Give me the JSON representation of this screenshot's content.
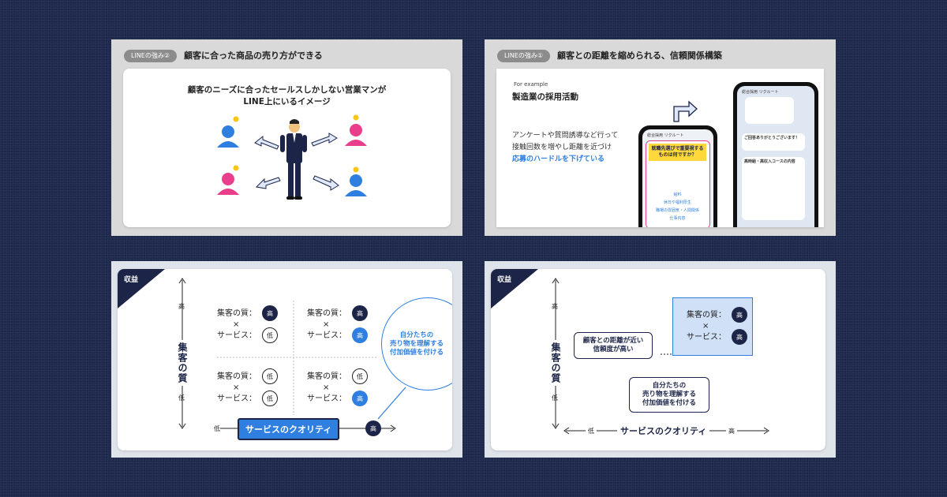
{
  "slide1": {
    "pill": "LINEの強み②",
    "title": "顧客に合った商品の売り方ができる",
    "headline_line1": "顧客のニーズに合ったセールスしかしない営業マンが",
    "headline_line2": "LINE上にいるイメージ"
  },
  "slide2": {
    "pill": "LINEの強み①",
    "title": "顧客との距離を縮められる、信頼関係構築",
    "for_example": "For example",
    "example_title": "製造業の採用活動",
    "desc_line1": "アンケートや質問誘導など行って",
    "desc_line2": "接触回数を増やし距離を近づけ",
    "desc_highlight": "応募のハードルを下げている",
    "phone_left": {
      "header": "総合採用 リクルート",
      "question": "就職先選びで重要視するものは何ですか？",
      "options": [
        "給料",
        "休日や福利厚生",
        "職場の雰囲気・人間関係",
        "仕事内容"
      ]
    },
    "phone_right": {
      "header": "総合採用 リクルート",
      "bubble1": "ご回答ありがとうございます！",
      "bubble2": "高時給・高収入コースの内容"
    },
    "colors": {
      "accent": "#2f7fe0",
      "card_yellow": "#ffd93b"
    }
  },
  "slide3": {
    "tag": "収益",
    "axis_y": "集客の質",
    "y_high": "高",
    "y_low": "低",
    "x_low": "低",
    "x_label": "サービスのクオリティ",
    "x_high": "高",
    "q_label_quality": "集客の質：",
    "times": "×",
    "q_label_service": "サービス：",
    "quadrants": [
      {
        "quality": "高",
        "service": "低",
        "qual_style": "dark",
        "serv_style": "out"
      },
      {
        "quality": "高",
        "service": "高",
        "qual_style": "dark",
        "serv_style": "blue"
      },
      {
        "quality": "低",
        "service": "低",
        "qual_style": "out",
        "serv_style": "out"
      },
      {
        "quality": "低",
        "service": "高",
        "qual_style": "out",
        "serv_style": "blue"
      }
    ],
    "callout_line1": "自分たちの",
    "callout_line2": "売り物を理解する",
    "callout_line3": "付加価値を付ける"
  },
  "slide4": {
    "tag": "収益",
    "axis_y": "集客の質",
    "y_high": "高",
    "y_low": "低",
    "x_low": "低",
    "x_label": "サービスのクオリティ",
    "x_high": "高",
    "q_label_quality": "集客の質：",
    "times": "×",
    "q_label_service": "サービス：",
    "quality_value": "高",
    "service_value": "高",
    "bubble_top_line1": "顧客との距離が近い",
    "bubble_top_line2": "信頼度が高い",
    "bubble_bottom_line1": "自分たちの",
    "bubble_bottom_line2": "売り物を理解する",
    "bubble_bottom_line3": "付加価値を付ける",
    "colors": {
      "highlight": "#cfe0f7"
    }
  }
}
